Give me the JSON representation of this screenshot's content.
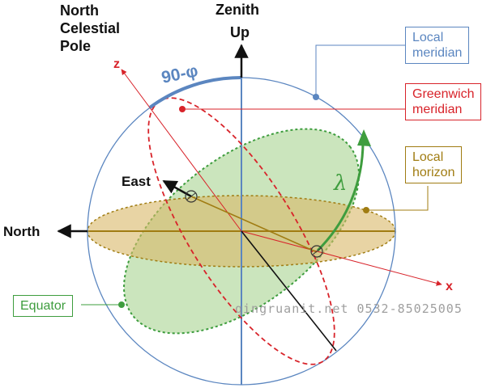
{
  "labels": {
    "north_celestial_pole": [
      "North",
      "Celestial",
      "Pole"
    ],
    "zenith": "Zenith",
    "up": "Up",
    "east": "East",
    "north": "North",
    "z_axis": "z",
    "x_axis": "x",
    "angle_colatitude": "90-φ",
    "angle_longitude": "λ"
  },
  "legend": {
    "local_meridian": [
      "Local",
      "meridian"
    ],
    "greenwich_meridian": [
      "Greenwich",
      "meridian"
    ],
    "local_horizon": [
      "Local",
      "horizon"
    ],
    "equator": "Equator"
  },
  "watermark": "qingruanit.net 0532-85025005",
  "colors": {
    "local_meridian": "#5b86c0",
    "greenwich_meridian": "#d8232a",
    "local_horizon": "#a07c12",
    "horizon_fill": "#d9b868",
    "equator": "#3e9d3e",
    "equator_fill": "#b7dba4",
    "arrows": "#111111"
  }
}
